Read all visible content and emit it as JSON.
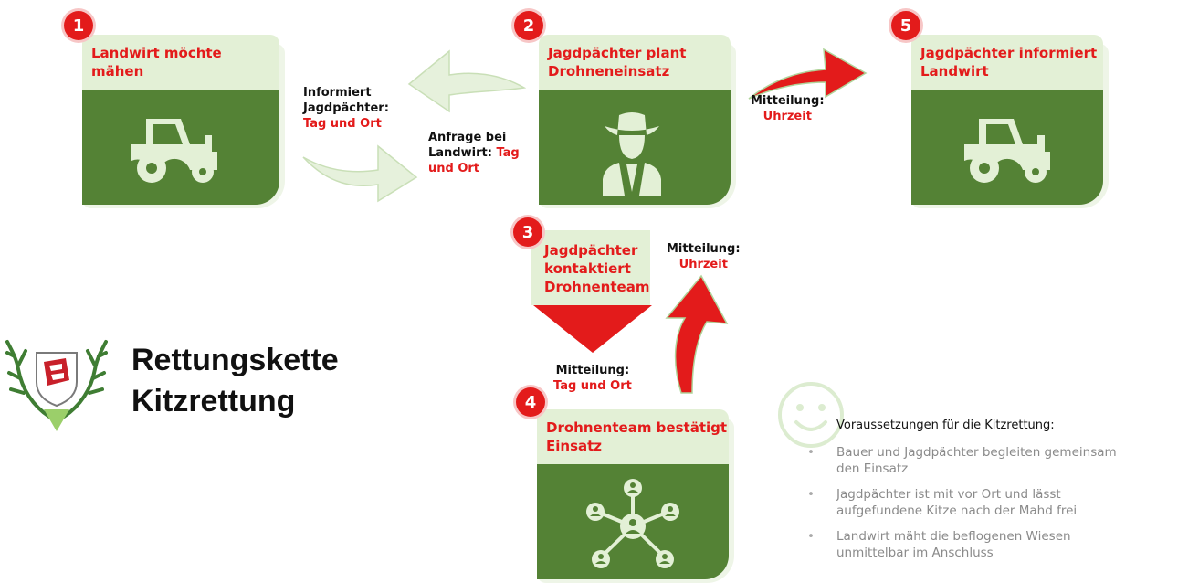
{
  "steps": [
    {
      "number": "1",
      "title_lines": [
        "Landwirt möchte",
        "mähen"
      ],
      "icon": "tractor-icon"
    },
    {
      "number": "2",
      "title_lines": [
        "Jagdpächter plant",
        "Drohneneinsatz"
      ],
      "icon": "hunter-icon"
    },
    {
      "number": "3",
      "title_lines": [
        "Jagdpächter",
        "kontaktiert",
        "Drohnenteam"
      ],
      "icon": "down-arrow-icon"
    },
    {
      "number": "4",
      "title_lines": [
        "Drohnenteam bestätigt",
        "Einsatz"
      ],
      "icon": "network-icon"
    },
    {
      "number": "5",
      "title_lines": [
        "Jagdpächter informiert",
        "Landwirt"
      ],
      "icon": "tractor-icon"
    }
  ],
  "labels": {
    "informiert": {
      "line1": "Informiert",
      "line2": "Jagdpächter:",
      "red": "Tag und Ort"
    },
    "anfrage": {
      "line1": "Anfrage bei",
      "line2_black": "Landwirt:",
      "line2_red": "Tag",
      "line3_red": "und Ort"
    },
    "mitteilung_uhrzeit_5": {
      "line1": "Mitteilung:",
      "red": "Uhrzeit"
    },
    "mitteilung_uhrzeit_3": {
      "line1": "Mitteilung:",
      "red": "Uhrzeit"
    },
    "mitteilung_tag_ort": {
      "line1": "Mitteilung:",
      "red": "Tag und Ort"
    }
  },
  "title": {
    "line1": "Rettungskette",
    "line2": "Kitzrettung"
  },
  "requirements": {
    "title": "Voraussetzungen für die Kitzrettung:",
    "bullet": "•",
    "items": [
      {
        "line1": "Bauer und Jagdpächter begleiten gemeinsam",
        "line2": "den Einsatz"
      },
      {
        "line1": "Jagdpächter ist mit vor Ort und lässt",
        "line2": "aufgefundene Kitze nach der Mahd frei"
      },
      {
        "line1": "Landwirt mäht die beflogenen Wiesen",
        "line2": "unmittelbar im Anschluss"
      }
    ]
  },
  "colors": {
    "card_green": "#548235",
    "card_light": "#e3f0d6",
    "accent_red": "#e31b1b",
    "arrow_light_green": "#e6f1dc"
  }
}
